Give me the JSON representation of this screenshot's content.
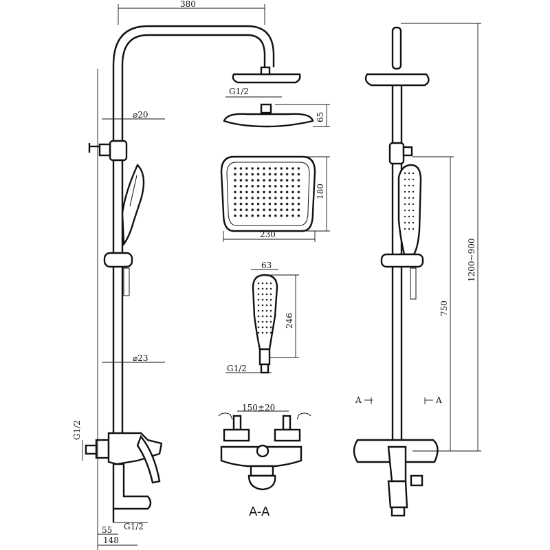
{
  "dims": {
    "arm_reach": "380",
    "dia_top": "⌀20",
    "dia_bottom": "⌀23",
    "inlet_left": "G1/2",
    "inlet_head": "G1/2",
    "inlet_hand": "G1/2",
    "inlet_spout": "G1/2",
    "head_thickness": "65",
    "head_height": "180",
    "head_width": "230",
    "hand_width": "63",
    "hand_length": "246",
    "mixer_centers": "150±20",
    "offset_55": "55",
    "offset_148": "148",
    "height_750": "750",
    "height_range": "1200~900",
    "section_a_left": "A",
    "section_a_right": "A",
    "section_label": "A-A"
  }
}
